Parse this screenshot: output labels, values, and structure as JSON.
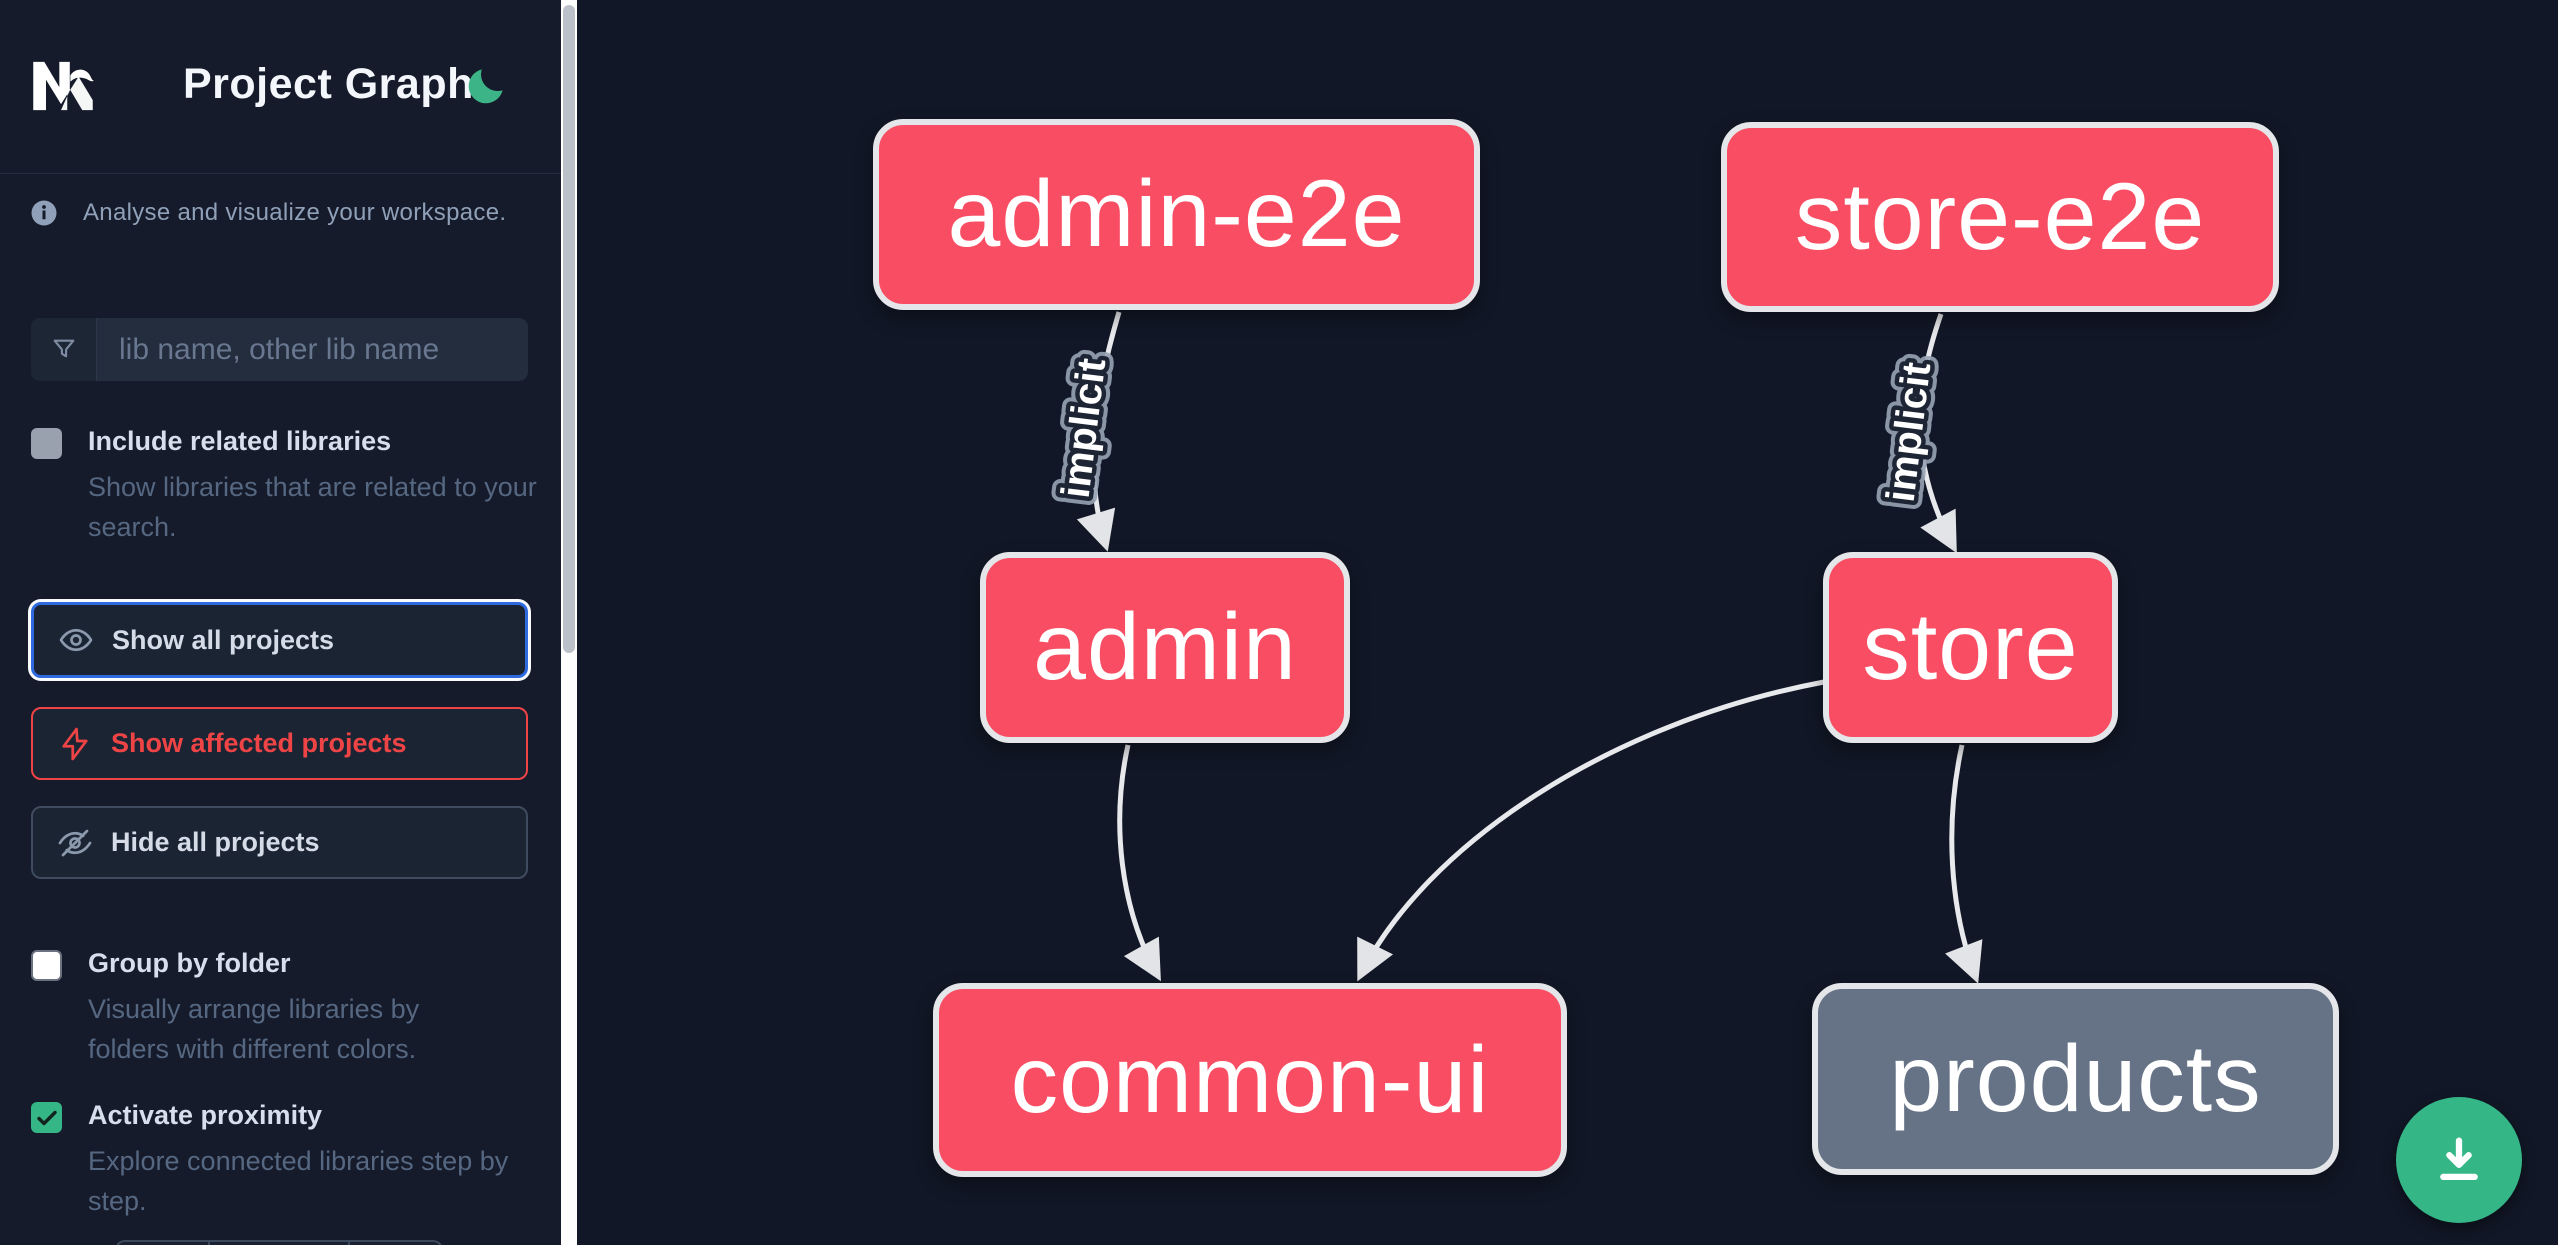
{
  "app": {
    "title": "Project Graph"
  },
  "sidebar": {
    "tagline": "Analyse and visualize your workspace.",
    "search": {
      "placeholder": "lib name, other lib name"
    },
    "include_related": {
      "label": "Include related libraries",
      "description": "Show libraries that are related to your search.",
      "checked": false
    },
    "actions": [
      {
        "id": "show-all",
        "label": "Show all projects"
      },
      {
        "id": "show-affected",
        "label": "Show affected projects"
      },
      {
        "id": "hide-all",
        "label": "Hide all projects"
      }
    ],
    "group_by_folder": {
      "label": "Group by folder",
      "description": "Visually arrange libraries by folders with different colors.",
      "checked": false
    },
    "activate_proximity": {
      "label": "Activate proximity",
      "description": "Explore connected libraries step by step.",
      "checked": true
    }
  },
  "graph": {
    "nodes": [
      {
        "id": "admin-e2e",
        "label": "admin-e2e",
        "type": "pink"
      },
      {
        "id": "store-e2e",
        "label": "store-e2e",
        "type": "pink"
      },
      {
        "id": "admin",
        "label": "admin",
        "type": "pink"
      },
      {
        "id": "store",
        "label": "store",
        "type": "pink"
      },
      {
        "id": "common-ui",
        "label": "common-ui",
        "type": "pink"
      },
      {
        "id": "products",
        "label": "products",
        "type": "gray"
      }
    ],
    "edges": [
      {
        "from": "admin-e2e",
        "to": "admin",
        "label": "implicit"
      },
      {
        "from": "store-e2e",
        "to": "store",
        "label": "implicit"
      },
      {
        "from": "admin",
        "to": "common-ui",
        "label": ""
      },
      {
        "from": "store",
        "to": "common-ui",
        "label": ""
      },
      {
        "from": "store",
        "to": "products",
        "label": ""
      }
    ]
  },
  "colors": {
    "node_pink": "#f94d63",
    "node_gray": "#667386",
    "accent_green": "#35b687",
    "focus_blue": "#2f6ae0",
    "danger_red": "#ee4446",
    "edge_gray": "#e8e9ec"
  }
}
